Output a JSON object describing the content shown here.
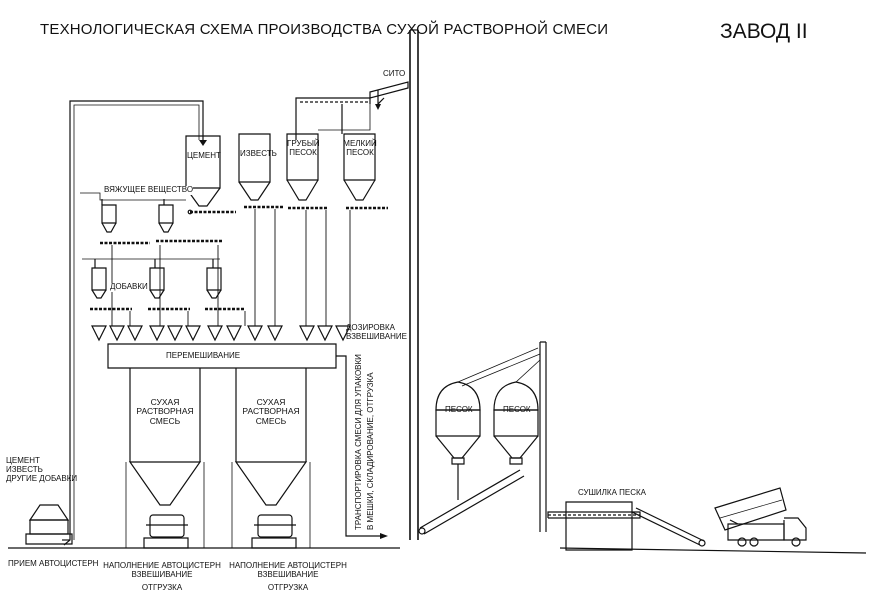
{
  "title": "ТЕХНОЛОГИЧЕСКАЯ СХЕМА ПРОИЗВОДСТВА СУХОЙ РАСТВОРНОЙ СМЕСИ",
  "plant": "ЗАВОД II",
  "labels": {
    "sieve": "СИТО",
    "cement": "ЦЕМЕНТ",
    "lime": "ИЗВЕСТЬ",
    "coarse_sand": [
      "ГРУБЫЙ",
      "ПЕСОК"
    ],
    "fine_sand": [
      "МЕЛКИЙ",
      "ПЕСОК"
    ],
    "binder": "ВЯЖУЩЕЕ ВЕЩЕСТВО",
    "additives": "ДОБАВКИ",
    "dosing": [
      "ДОЗИРОВКА",
      "ВЗВЕШИВАНИЕ"
    ],
    "mixing": "ПЕРЕМЕШИВАНИЕ",
    "dry_mix": [
      "СУХАЯ",
      "РАСТВОРНАЯ",
      "СМЕСЬ"
    ],
    "transport": [
      "ТРАНСПОРТИРОВКА СМЕСИ ДЛЯ УПАКОВКИ",
      "В МЕШКИ, СКЛАДИРОВАНИЕ, ОТГРУЗКА"
    ],
    "sand": "ПЕСОК",
    "dryer": "СУШИЛКА  ПЕСКА",
    "inputs": [
      "ЦЕМЕНТ",
      "ИЗВЕСТЬ",
      "ДРУГИЕ ДОБАВКИ"
    ],
    "reception": "ПРИЕМ АВТОЦИСТЕРН",
    "filling": [
      "НАПОЛНЕНИЕ АВТОЦИСТЕРН",
      "ВЗВЕШИВАНИЕ",
      "ОТГРУЗКА"
    ]
  },
  "colors": {
    "line": "#111111",
    "background": "#ffffff"
  }
}
